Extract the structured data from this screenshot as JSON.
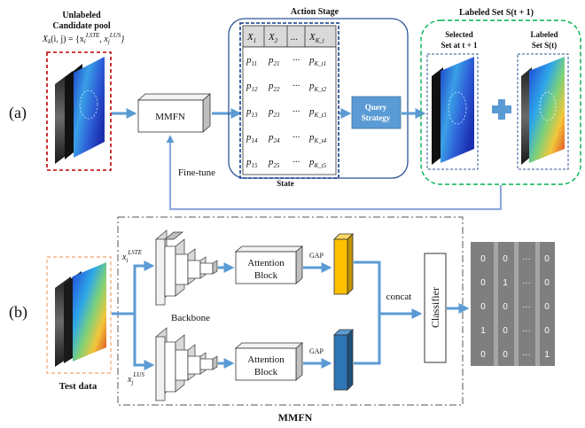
{
  "panel_a": {
    "label": "(a)",
    "pool_title_1": "Unlabeled",
    "pool_title_2": "Candidate pool",
    "pool_formula": "X_k(i, j) = {x_i^LSTE, x_j^LUS}",
    "pool_formula_parts": [
      "X",
      "k",
      "(i, j) = {x",
      "i",
      "LSTE",
      ", x",
      "j",
      "LUS",
      "}"
    ],
    "mmfn_label": "MMFN",
    "action_stage_title": "Action Stage",
    "state_label": "State",
    "state_table": {
      "headers": [
        [
          "X",
          "1"
        ],
        [
          "X",
          "2"
        ],
        [
          "...",
          ""
        ],
        [
          "X",
          "K_t"
        ]
      ],
      "rows": [
        [
          [
            "p",
            "11"
          ],
          [
            "p",
            "21"
          ],
          [
            "···",
            ""
          ],
          [
            "p",
            "K_t1"
          ]
        ],
        [
          [
            "p",
            "12"
          ],
          [
            "p",
            "22"
          ],
          [
            "···",
            ""
          ],
          [
            "p",
            "K_t2"
          ]
        ],
        [
          [
            "p",
            "13"
          ],
          [
            "p",
            "23"
          ],
          [
            "···",
            ""
          ],
          [
            "p",
            "K_t3"
          ]
        ],
        [
          [
            "p",
            "14"
          ],
          [
            "p",
            "24"
          ],
          [
            "···",
            ""
          ],
          [
            "p",
            "K_t4"
          ]
        ],
        [
          [
            "p",
            "15"
          ],
          [
            "p",
            "25"
          ],
          [
            "···",
            ""
          ],
          [
            "p",
            "K_t5"
          ]
        ]
      ]
    },
    "query_strategy_1": "Query",
    "query_strategy_2": "Strategy",
    "labeled_set_title": "Labeled Set S(t + 1)",
    "selected_label_1": "Selected",
    "selected_label_2": "Set at t + 1",
    "labeled_label_1": "Labeled",
    "labeled_label_2": "Set S(t)",
    "finetune_label": "Fine-tune"
  },
  "panel_b": {
    "label": "(b)",
    "input_lste": "x_i^LSTE",
    "input_lus": "x_j^LUS",
    "backbone_label": "Backbone",
    "attention_1": "Attention",
    "attention_2": "Block",
    "gap_label": "GAP",
    "concat_label": "concat",
    "classifier_label": "Classifier",
    "test_data_label": "Test data",
    "mmfn_label": "MMFN",
    "output_matrix": [
      [
        "0",
        "0",
        "···",
        "0"
      ],
      [
        "0",
        "1",
        "···",
        "0"
      ],
      [
        "0",
        "0",
        "···",
        "0"
      ],
      [
        "1",
        "0",
        "···",
        "0"
      ],
      [
        "0",
        "0",
        "···",
        "1"
      ]
    ]
  },
  "colors": {
    "arrow": "#5b9bd5",
    "candidate_border": "#c00000",
    "labeled_border": "#00b050",
    "test_border": "#f4b183",
    "query_box": "#5b9bd5",
    "gap_yellow": "#ffc000",
    "gap_blue": "#2e75b6",
    "matrix_bg": "#7f7f7f"
  }
}
